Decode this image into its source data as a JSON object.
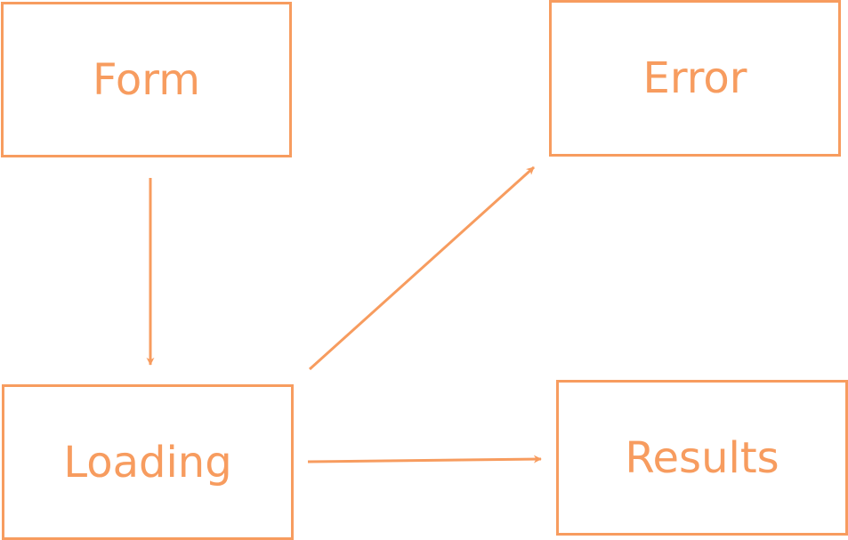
{
  "colors": {
    "accent": "#f79c5f",
    "background": "#ffffff"
  },
  "nodes": {
    "form": {
      "label": "Form"
    },
    "error": {
      "label": "Error"
    },
    "loading": {
      "label": "Loading"
    },
    "results": {
      "label": "Results"
    }
  },
  "edges": [
    {
      "from": "Form",
      "to": "Loading"
    },
    {
      "from": "Loading",
      "to": "Error"
    },
    {
      "from": "Loading",
      "to": "Results"
    }
  ]
}
